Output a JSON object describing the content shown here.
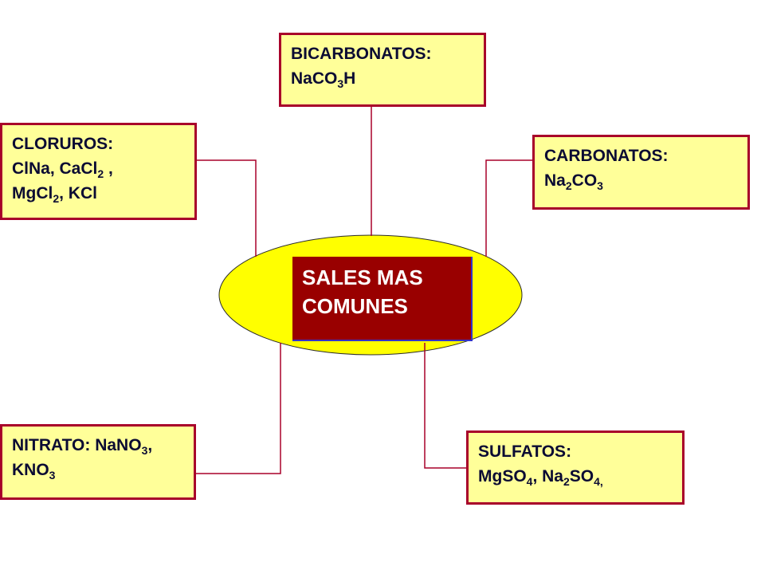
{
  "center": {
    "line1": "SALES MAS",
    "line2": "COMUNES"
  },
  "bicarbonatos": {
    "title": "BICARBONATOS:",
    "formula": {
      "a": "NaCO",
      "sub1": "3",
      "b": "H"
    }
  },
  "cloruros": {
    "title": "CLORUROS:",
    "line2": {
      "a": "ClNa, CaCl",
      "sub1": "2",
      "b": " ,"
    },
    "line3": {
      "a": "MgCl",
      "sub1": "2",
      "b": ", KCl"
    }
  },
  "carbonatos": {
    "title": "CARBONATOS:",
    "formula": {
      "a": "Na",
      "sub1": "2",
      "b": "CO",
      "sub2": "3"
    }
  },
  "nitrato": {
    "line1": {
      "a": "NITRATO: NaNO",
      "sub1": "3",
      "b": ","
    },
    "line2": {
      "a": "KNO",
      "sub1": "3"
    }
  },
  "sulfatos": {
    "title": "SULFATOS:",
    "formula": {
      "a": "MgSO",
      "sub1": "4",
      "b": ", Na",
      "sub2": "2",
      "c": "SO",
      "sub3": "4",
      "d": ","
    }
  },
  "colors": {
    "box_fill": "#ffff99",
    "box_border": "#a8002a",
    "ellipse_fill": "#ffff00",
    "center_fill": "#990000",
    "connector": "#a8002a"
  }
}
